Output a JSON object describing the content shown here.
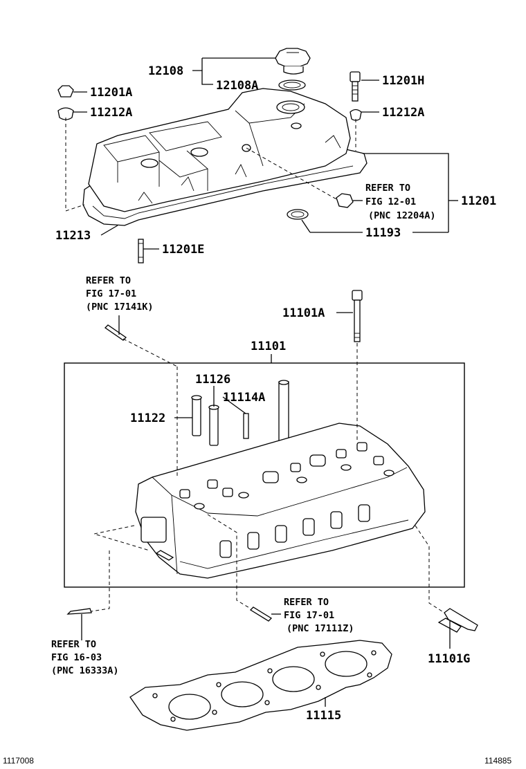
{
  "labels": {
    "p12108": "12108",
    "p12108A": "12108A",
    "p11201H": "11201H",
    "p11201A": "11201A",
    "p11212A_left": "11212A",
    "p11212A_right": "11212A",
    "p11201": "11201",
    "p11213": "11213",
    "p11193": "11193",
    "p11201E": "11201E",
    "p11101A": "11101A",
    "p11101": "11101",
    "p11126": "11126",
    "p11114A": "11114A",
    "p11122": "11122",
    "p11101G": "11101G",
    "p11115": "11115"
  },
  "references": {
    "fig1201": [
      "REFER TO",
      "FIG 12-01",
      "(PNC 12204A)"
    ],
    "fig1701_top": [
      "REFER TO",
      "FIG 17-01",
      "(PNC 17141K)"
    ],
    "fig1701_mid": [
      "REFER TO",
      "FIG 17-01",
      "(PNC 17111Z)"
    ],
    "fig1603": [
      "REFER TO",
      "FIG 16-03",
      "(PNC 16333A)"
    ]
  },
  "corners": {
    "bottom_left": "1117008",
    "bottom_right": "114885"
  }
}
